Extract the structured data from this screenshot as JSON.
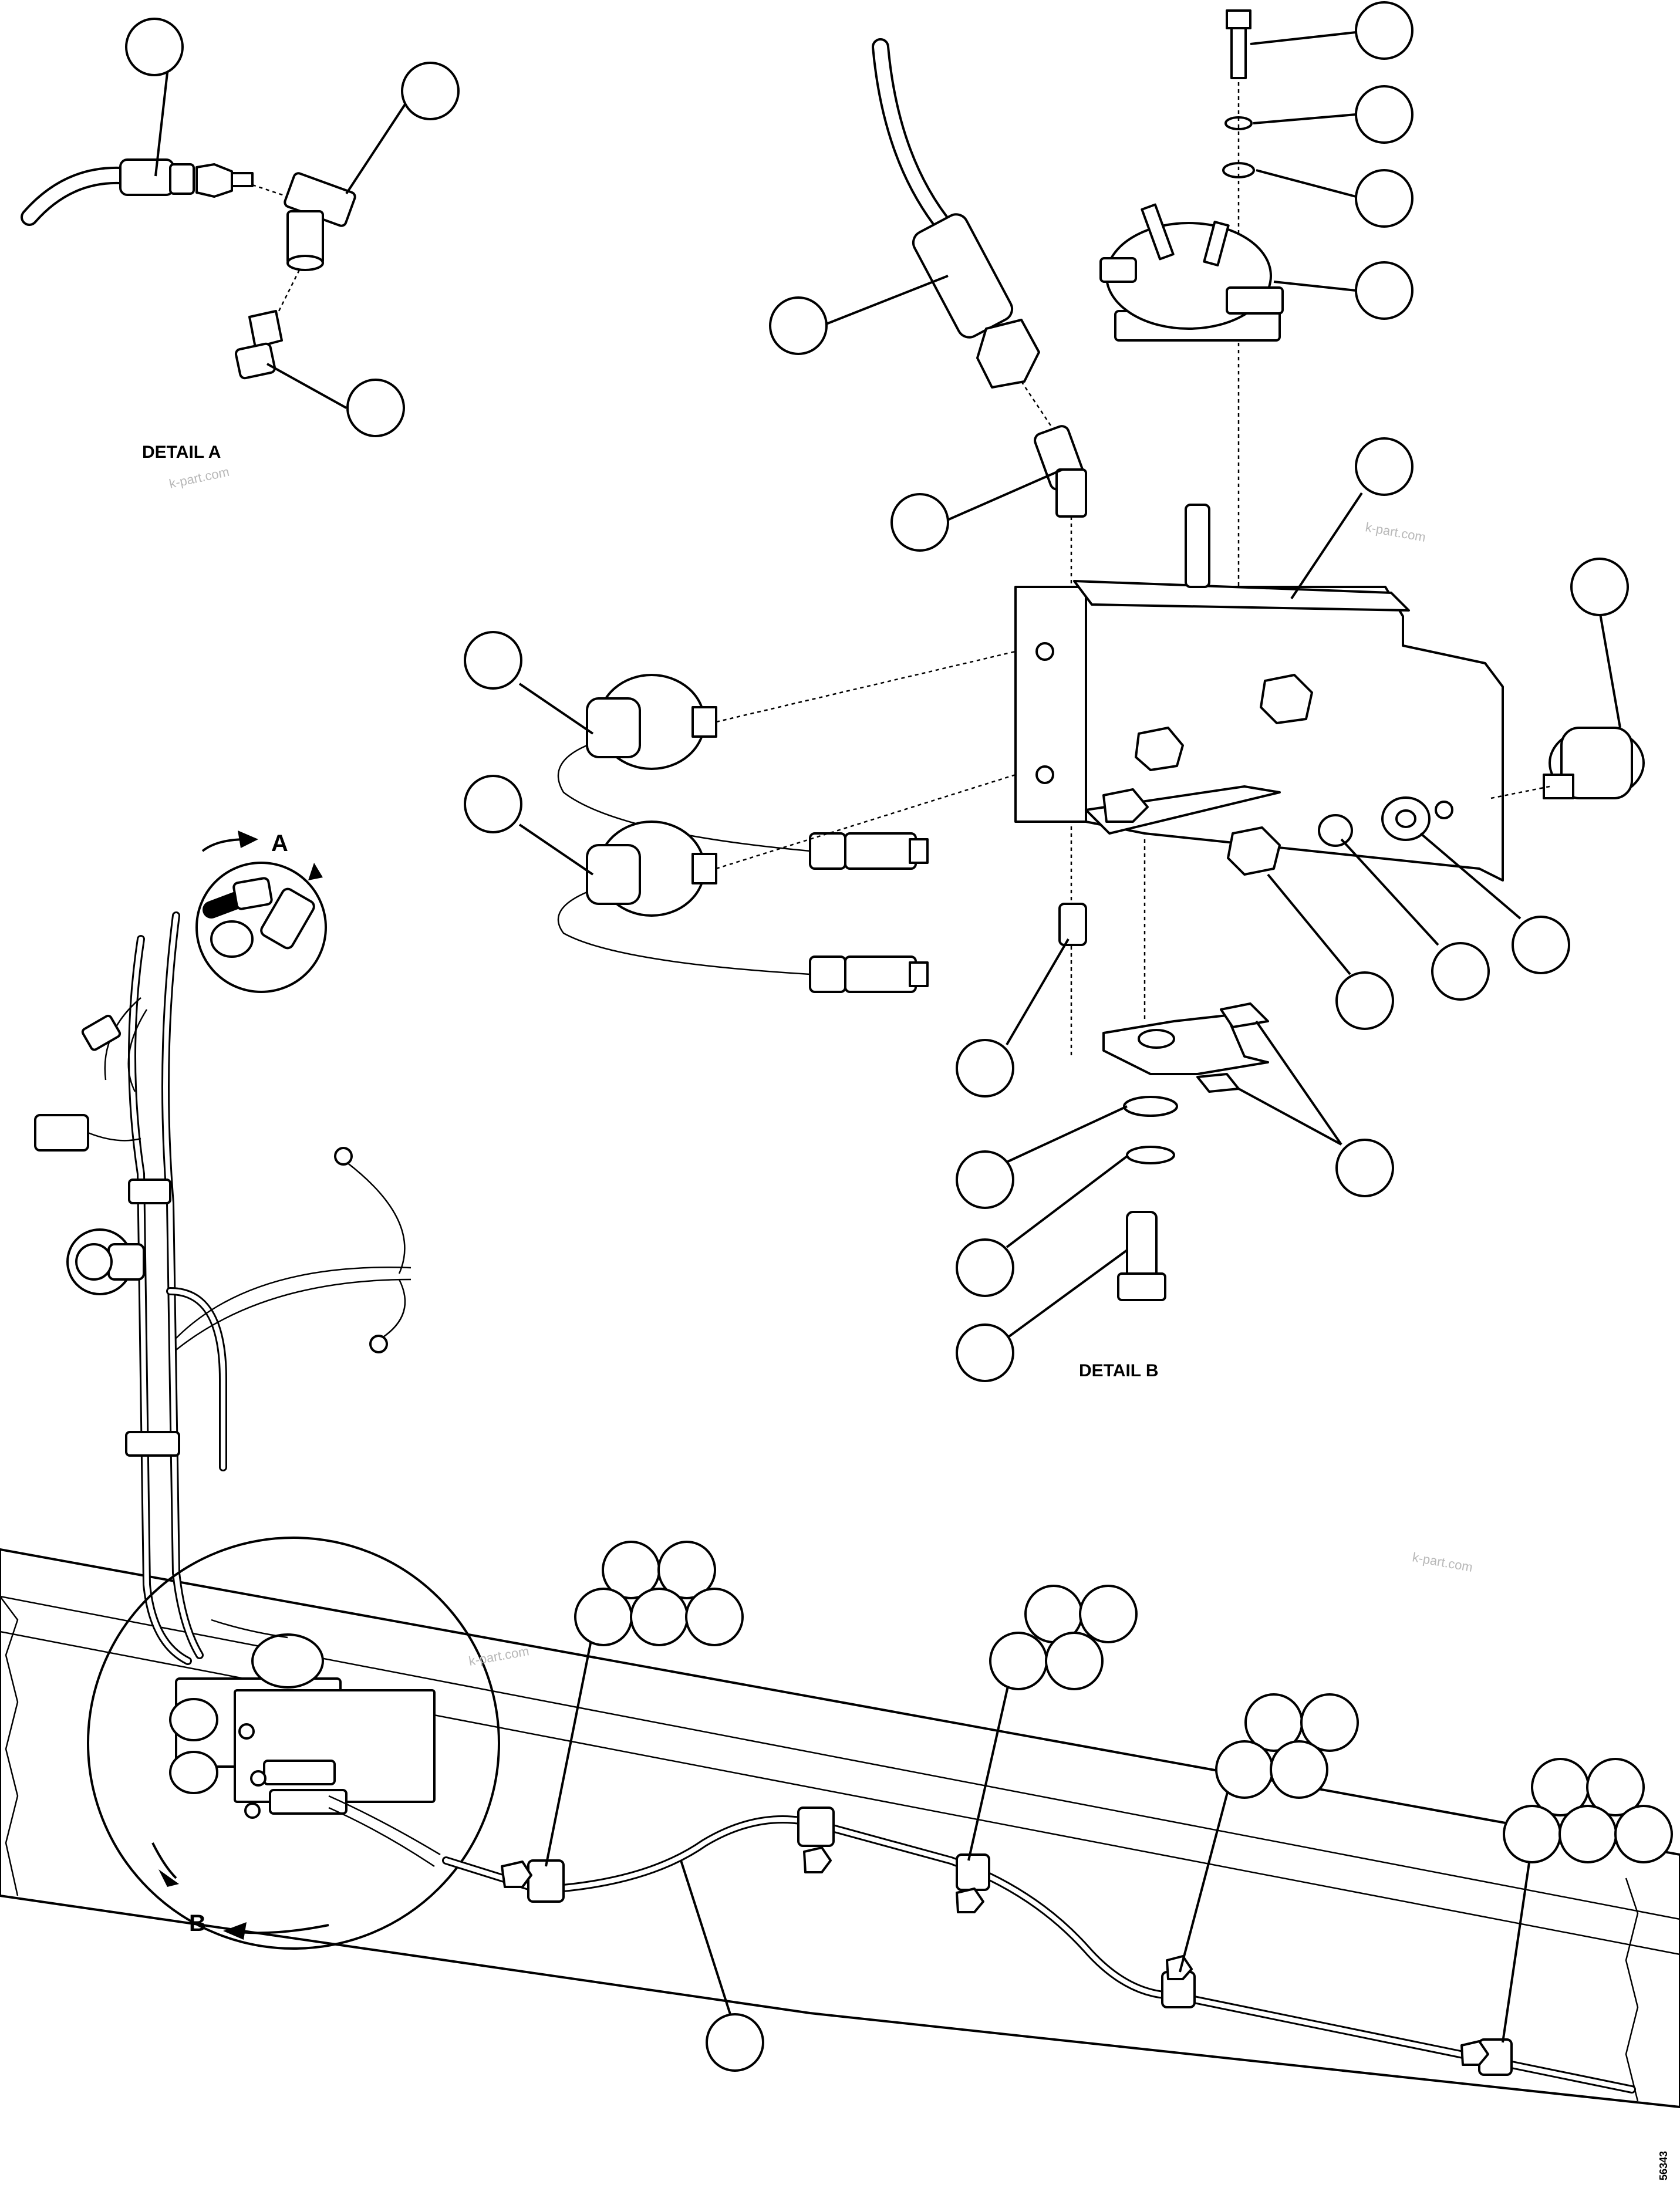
{
  "labels": {
    "detail_a": "DETAIL A",
    "detail_b": "DETAIL B",
    "view_a": "A",
    "view_b": "B",
    "drawing_number": "56343"
  },
  "watermarks": [
    "k-part.com",
    "k-part.com",
    "k-part.com",
    "k-part.com"
  ]
}
